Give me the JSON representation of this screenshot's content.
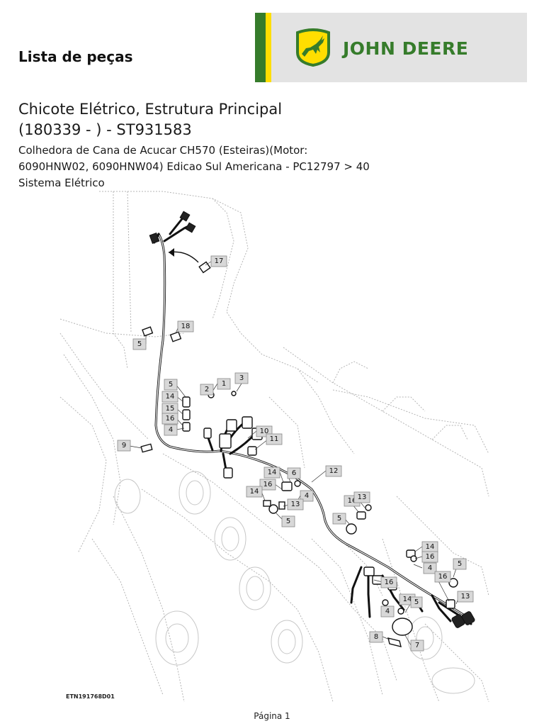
{
  "header": {
    "title": "Lista de peças",
    "brand_name": "JOHN DEERE",
    "brand_colors": {
      "green": "#367c2b",
      "yellow": "#ffde00",
      "panel": "#e3e3e3"
    }
  },
  "document": {
    "title_line1": "Chicote Elétrico, Estrutura Principal",
    "title_line2": "(180339 - ) - ST931583",
    "subtitle_line1": "Colhedora de Cana de Acucar CH570 (Esteiras)(Motor:",
    "subtitle_line2": "6090HNW02, 6090HNW04) Edicao Sul Americana - PC12797 > 40",
    "subtitle_line3": "Sistema Elétrico"
  },
  "diagram": {
    "figure_id": "ETN191768D01",
    "callouts": [
      {
        "label": "17"
      },
      {
        "label": "18"
      },
      {
        "label": "5"
      },
      {
        "label": "3"
      },
      {
        "label": "1"
      },
      {
        "label": "2"
      },
      {
        "label": "5"
      },
      {
        "label": "14"
      },
      {
        "label": "15"
      },
      {
        "label": "16"
      },
      {
        "label": "4"
      },
      {
        "label": "9"
      },
      {
        "label": "10"
      },
      {
        "label": "11"
      },
      {
        "label": "12"
      },
      {
        "label": "14"
      },
      {
        "label": "6"
      },
      {
        "label": "16"
      },
      {
        "label": "14"
      },
      {
        "label": "4"
      },
      {
        "label": "13"
      },
      {
        "label": "5"
      },
      {
        "label": "16"
      },
      {
        "label": "13"
      },
      {
        "label": "5"
      },
      {
        "label": "14"
      },
      {
        "label": "16"
      },
      {
        "label": "4"
      },
      {
        "label": "5"
      },
      {
        "label": "16"
      },
      {
        "label": "16"
      },
      {
        "label": "14"
      },
      {
        "label": "5"
      },
      {
        "label": "13"
      },
      {
        "label": "4"
      },
      {
        "label": "8"
      },
      {
        "label": "7"
      }
    ]
  },
  "footer": {
    "page_label": "Página 1"
  }
}
